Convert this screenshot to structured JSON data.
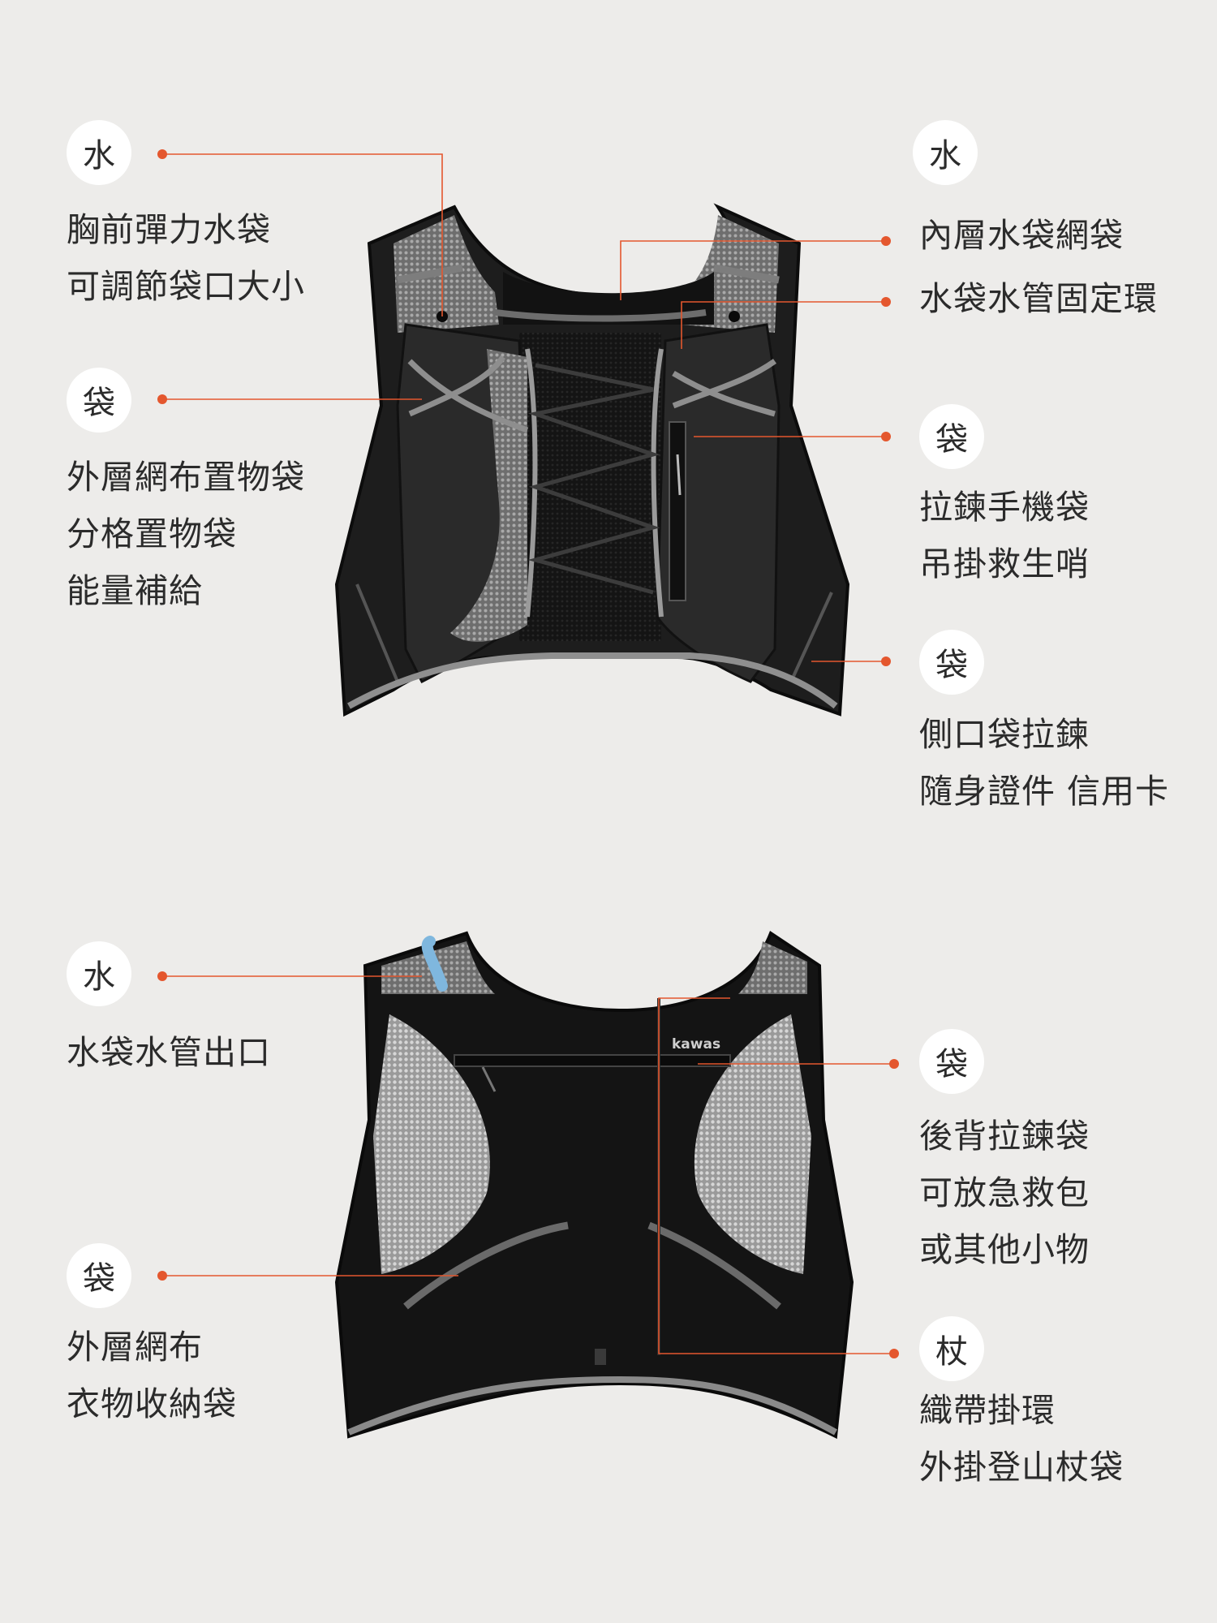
{
  "colors": {
    "background": "#edecea",
    "accent": "#e4572e",
    "vest": "#1c1c1c",
    "mesh": "#8a8a8a",
    "tube": "#7fb7de"
  },
  "front": {
    "callouts": [
      {
        "id": "chest-bottle",
        "icon": "水",
        "lines": [
          "胸前彈力水袋",
          "可調節袋口大小"
        ]
      },
      {
        "id": "inner-bladder",
        "icon": "水",
        "lines": [
          "內層水袋網袋"
        ]
      },
      {
        "id": "hose-ring",
        "lines": [
          "水袋水管固定環"
        ]
      },
      {
        "id": "outer-mesh",
        "icon": "袋",
        "lines": [
          "外層網布置物袋",
          "分格置物袋",
          "能量補給"
        ]
      },
      {
        "id": "phone-zip",
        "icon": "袋",
        "lines": [
          "拉鍊手機袋",
          "吊掛救生哨"
        ]
      },
      {
        "id": "side-zip",
        "icon": "袋",
        "lines": [
          "側口袋拉鍊",
          "隨身證件 信用卡"
        ]
      }
    ]
  },
  "back": {
    "brand": "kawas",
    "callouts": [
      {
        "id": "hose-outlet",
        "icon": "水",
        "lines": [
          "水袋水管出口"
        ]
      },
      {
        "id": "back-zip",
        "icon": "袋",
        "lines": [
          "後背拉鍊袋",
          "可放急救包",
          "或其他小物"
        ]
      },
      {
        "id": "clothes-mesh",
        "icon": "袋",
        "lines": [
          "外層網布",
          "衣物收納袋"
        ]
      },
      {
        "id": "pole-loop",
        "icon": "杖",
        "lines": [
          "織帶掛環",
          "外掛登山杖袋"
        ]
      }
    ]
  }
}
